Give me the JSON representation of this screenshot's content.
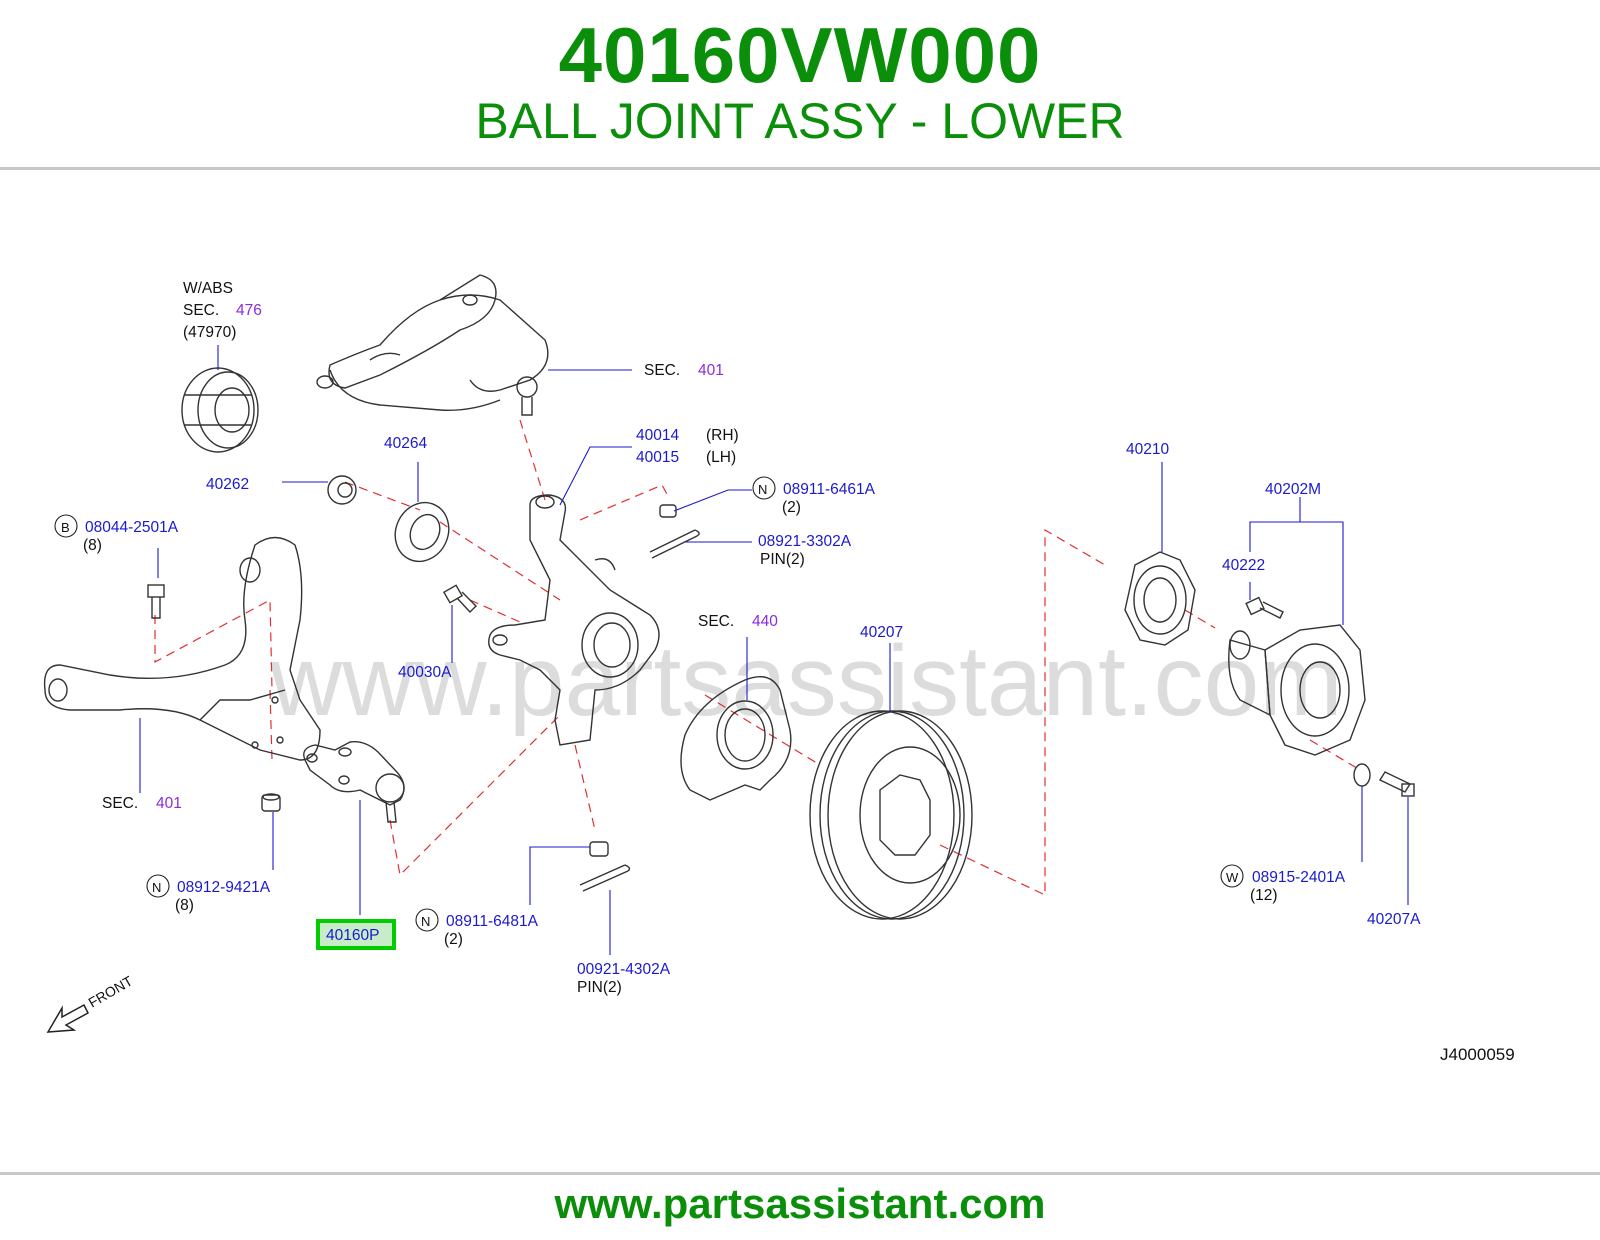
{
  "header": {
    "part_number": "40160VW000",
    "part_title": "BALL JOINT ASSY - LOWER"
  },
  "footer": {
    "url": "www.partsassistant.com"
  },
  "diagram": {
    "watermark": "www.partsassistant.com",
    "ref_code": "J4000059",
    "front_label": "FRONT",
    "highlight_color": "#00cc00",
    "abs_note": {
      "line1": "W/ABS",
      "sec": "SEC.",
      "sec_num": "476",
      "paren": "(47970)"
    },
    "sec_labels": [
      {
        "text": "SEC.",
        "num": "401"
      },
      {
        "text": "SEC.",
        "num": "401"
      },
      {
        "text": "SEC.",
        "num": "440"
      }
    ],
    "callouts": {
      "p40264": "40264",
      "p40262": "40262",
      "p40014": "40014",
      "rh": "(RH)",
      "p40015": "40015",
      "lh": "(LH)",
      "n1_prefix": "N",
      "n1_code": "08911-6461A",
      "n1_qty": "(2)",
      "pin1_code": "08921-3302A",
      "pin1_label": "PIN(2)",
      "b_prefix": "B",
      "b_code": "08044-2501A",
      "b_qty": "(8)",
      "p40030a": "40030A",
      "n2_prefix": "N",
      "n2_code": "08912-9421A",
      "n2_qty": "(8)",
      "highlight_part": "40160P",
      "n3_prefix": "N",
      "n3_code": "08911-6481A",
      "n3_qty": "(2)",
      "pin2_code": "00921-4302A",
      "pin2_label": "PIN(2)",
      "p40207": "40207",
      "p40210": "40210",
      "p40202m": "40202M",
      "p40222": "40222",
      "w_prefix": "W",
      "w_code": "08915-2401A",
      "w_qty": "(12)",
      "p40207a": "40207A"
    }
  }
}
